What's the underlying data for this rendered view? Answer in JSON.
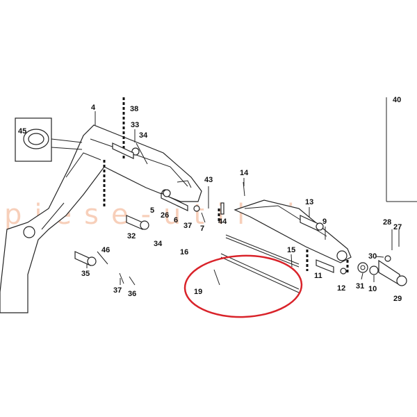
{
  "diagram": {
    "watermark": "piese-utilaj",
    "highlight_color": "#d9232a",
    "callouts": {
      "c45": "45",
      "c4": "4",
      "c38": "38",
      "c33": "33",
      "c34a": "34",
      "c14": "14",
      "c43": "43",
      "c13": "13",
      "c9": "9",
      "c5": "5",
      "c26": "26",
      "c6": "6",
      "c7": "7",
      "c37a": "37",
      "c44": "44",
      "c32": "32",
      "c34b": "34",
      "c16": "16",
      "c15": "15",
      "c46": "46",
      "c35": "35",
      "c37b": "37",
      "c36": "36",
      "c19": "19",
      "c11": "11",
      "c12": "12",
      "c31": "31",
      "c10": "10",
      "c30": "30",
      "c28": "28",
      "c27": "27",
      "c29": "29",
      "c40": "40"
    }
  }
}
